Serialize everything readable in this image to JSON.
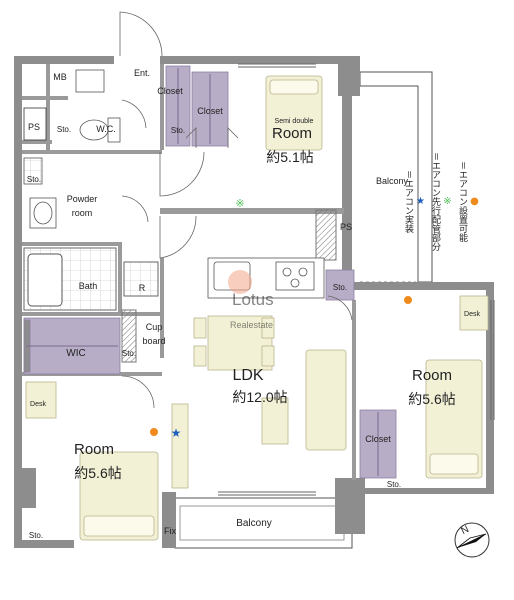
{
  "rooms": {
    "mb": "MB",
    "ent": "Ent.",
    "closet_ent": "Closet",
    "closet_room1": "Closet",
    "ps_left": "PS",
    "sto_wc": "Sto.",
    "wc": "W.C.",
    "sto_ent": "Sto.",
    "room1_name": "Room",
    "room1_size": "約5.1帖",
    "bed1": "Semi double",
    "balcony_right": "Balcony",
    "sto_powder": "Sto.",
    "powder": "Powder\nroom",
    "ps_center": "PS",
    "bath": "Bath",
    "r_mark": "R",
    "sto_kitchen": "Sto.",
    "cupboard": "Cup\nboard",
    "sto_cup": "Sto.",
    "wic": "WIC",
    "desk_left": "Desk",
    "desk_right": "Desk",
    "ldk_name": "LDK",
    "ldk_size": "約12.0帖",
    "room2_name": "Room",
    "room2_size": "約5.6帖",
    "room3_name": "Room",
    "room3_size": "約5.6帖",
    "closet_room3": "Closet",
    "sto_room3": "Sto.",
    "sto_room2": "Sto.",
    "fix": "Fix",
    "balcony_bottom": "Balcony",
    "watermark_1": "Lotus",
    "watermark_2": "Realestate"
  },
  "legend": [
    {
      "mark": "●",
      "text": "＝エアコン設置可能",
      "color": "#f08a1c"
    },
    {
      "mark": "※",
      "text": "＝エアコン先行配管部分",
      "color": "#4fbf5a"
    },
    {
      "mark": "★",
      "text": "＝エアコン実装",
      "color": "#1f5fbf"
    }
  ],
  "colors": {
    "wall": "#8d8d8d",
    "closet": "#b8adc6",
    "furniture": "#f2f1d6",
    "furniture_stroke": "#b9b48a",
    "ac_orange": "#f08a1c",
    "ac_green": "#4fbf5a",
    "ac_blue": "#1f5fbf",
    "watermark": "#e07a4a"
  },
  "compass": "N"
}
